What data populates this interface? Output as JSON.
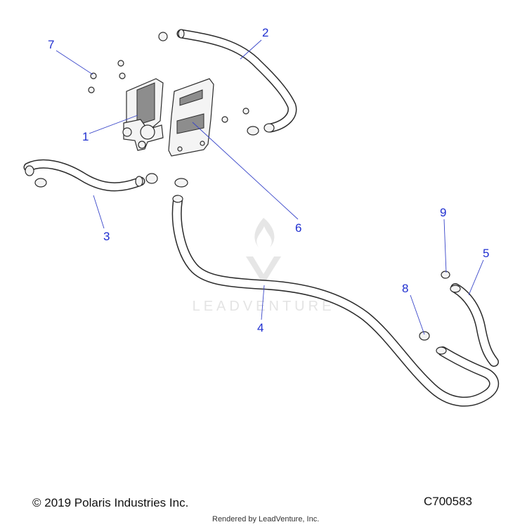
{
  "diagram": {
    "callouts": [
      {
        "id": "1",
        "label": "1"
      },
      {
        "id": "2",
        "label": "2"
      },
      {
        "id": "3",
        "label": "3"
      },
      {
        "id": "4",
        "label": "4"
      },
      {
        "id": "5",
        "label": "5"
      },
      {
        "id": "6",
        "label": "6"
      },
      {
        "id": "7",
        "label": "7"
      },
      {
        "id": "8",
        "label": "8"
      },
      {
        "id": "9",
        "label": "9"
      }
    ],
    "watermark": {
      "text": "LEADVENTURE"
    },
    "colors": {
      "callout": "#1f2fd0",
      "line": "#2b2b2b",
      "fill": "#f4f4f4",
      "watermark": "#e4e4e4"
    }
  },
  "footer": {
    "copyright": "© 2019 Polaris Industries Inc.",
    "drawing_number": "C700583",
    "rendered_by": "Rendered by LeadVenture, Inc."
  }
}
